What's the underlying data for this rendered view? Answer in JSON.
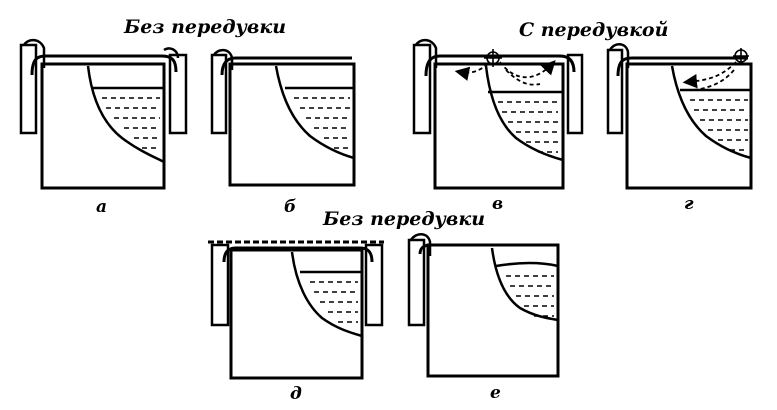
{
  "headings": {
    "top_left": "Без передувки",
    "top_right": "С передувкой",
    "bottom": "Без передувки"
  },
  "labels": {
    "a": "а",
    "b": "б",
    "v": "в",
    "g": "г",
    "d": "д",
    "e": "е"
  }
}
